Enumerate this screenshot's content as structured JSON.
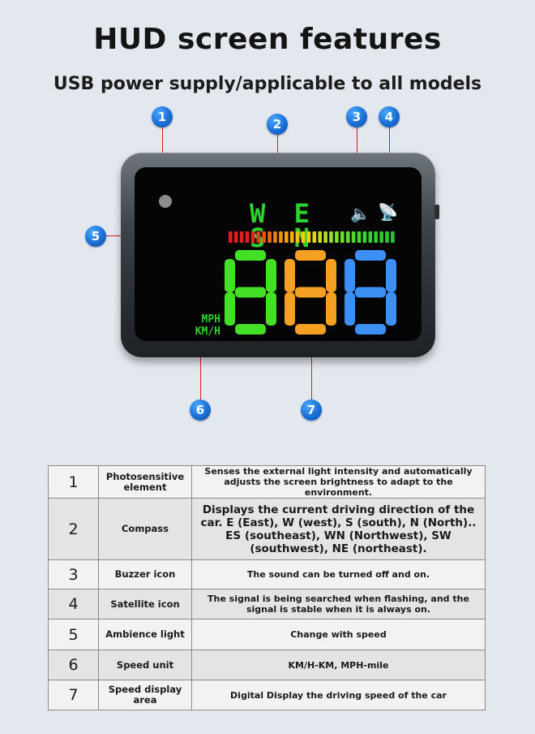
{
  "page": {
    "title": "HUD screen features",
    "subtitle": "USB power supply/applicable to all models"
  },
  "display": {
    "compass_text": "W E S N",
    "units": [
      "MPH",
      "KM/H"
    ],
    "speed_digits": "888",
    "digit_colors": [
      "#44e026",
      "#f5a020",
      "#3b8ff5"
    ],
    "accent_color": "#d62020",
    "callout_color": "#1a6fd6"
  },
  "callouts": [
    "1",
    "2",
    "3",
    "4",
    "5",
    "6",
    "7"
  ],
  "table": {
    "rows": [
      {
        "num": "1",
        "name": "Photosensitive element",
        "desc": "Senses the external light intensity and automatically adjusts the screen brightness to adapt to the environment."
      },
      {
        "num": "2",
        "name": "Compass",
        "desc": "Displays the current driving direction of the car. E (East), W (west), S (south), N (North).. ES (southeast), WN (Northwest), SW (southwest), NE (northeast)."
      },
      {
        "num": "3",
        "name": "Buzzer icon",
        "desc": "The sound can be turned off and on."
      },
      {
        "num": "4",
        "name": "Satellite icon",
        "desc": "The signal is being searched when flashing, and the signal is stable when it is always on."
      },
      {
        "num": "5",
        "name": "Ambience light",
        "desc": "Change with speed"
      },
      {
        "num": "6",
        "name": "Speed unit",
        "desc": "KM/H-KM, MPH-mile"
      },
      {
        "num": "7",
        "name": "Speed display area",
        "desc": "Digital Display the driving speed of the car"
      }
    ]
  }
}
